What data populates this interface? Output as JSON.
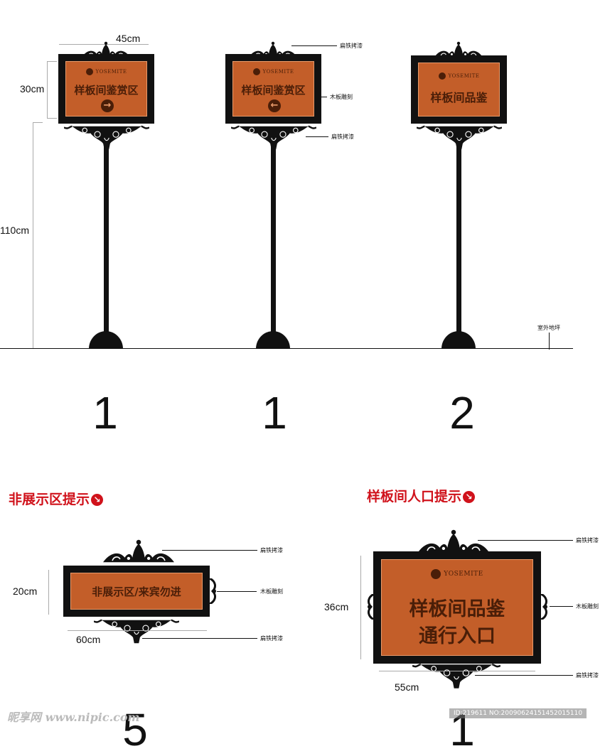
{
  "dimensions": {
    "width_45": "45cm",
    "height_30": "30cm",
    "height_110": "110cm",
    "height_20": "20cm",
    "width_60": "60cm",
    "height_36": "36cm",
    "width_55": "55cm"
  },
  "notes": {
    "flat_iron_paint": "扁铁拷漆",
    "wood_carving": "木板雕刻",
    "outdoor_ground": "室外地坪"
  },
  "signs": {
    "brand": "YOSEMITE",
    "sign1_text": "样板间鉴赏区",
    "sign2_text": "样板间品鉴",
    "sign3_text": "非展示区/来宾勿进",
    "sign4_line1": "样板间品鉴",
    "sign4_line2": "通行入口"
  },
  "labels": {
    "num_a": "1",
    "num_b": "1",
    "num_c": "2",
    "num_d": "5",
    "num_e": "1",
    "heading_left": "非展示区提示",
    "heading_right": "样板间人口提示"
  },
  "watermark": {
    "id_text": "ID:219611 NO:20090624151452015110",
    "site_text": "昵享网 www.nipic.com"
  },
  "colors": {
    "sign_face": "#c35e29",
    "frame": "#111111",
    "heading_red": "#d0121b"
  },
  "icons": {
    "arrow_right": "→",
    "arrow_left": "←",
    "circle_arrow": "↘"
  }
}
